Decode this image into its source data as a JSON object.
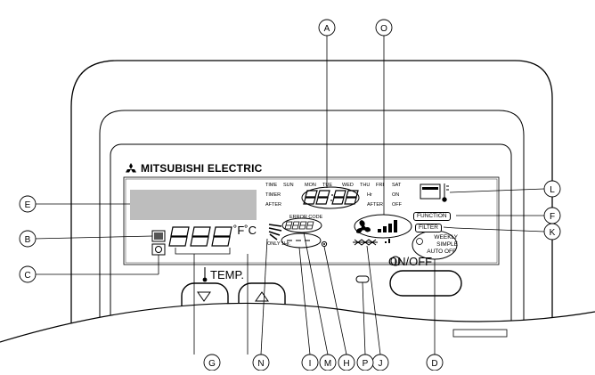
{
  "brand": {
    "name": "MITSUBISHI ELECTRIC"
  },
  "timer": {
    "days": [
      "SUN",
      "MON",
      "TUE",
      "WED",
      "THU",
      "FRI",
      "SAT"
    ],
    "row_labels": [
      "TIME",
      "TIMER",
      "AFTER"
    ],
    "right_labels": [
      "Hr",
      "AFTER",
      "ON",
      "OFF"
    ],
    "error_code": "ERROR CODE",
    "only_1hr": "ONLY 1Hr."
  },
  "temp": {
    "unit": "˚F˚C",
    "label": "TEMP."
  },
  "buttons": {
    "onoff": "ON/OFF",
    "function": "FUNCTION",
    "filter": "FILTER"
  },
  "weekly": [
    "WEEKLY",
    "SIMPLE",
    "AUTO OFF"
  ],
  "callouts": [
    "A",
    "O",
    "E",
    "B",
    "C",
    "L",
    "F",
    "K",
    "G",
    "N",
    "I",
    "M",
    "H",
    "J",
    "P",
    "D"
  ]
}
